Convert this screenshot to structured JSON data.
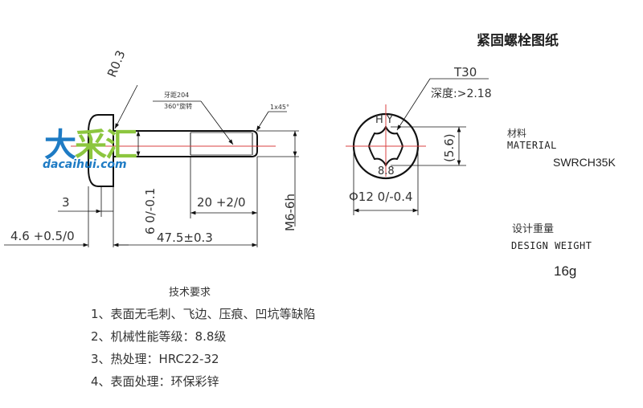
{
  "title": "紧固螺栓图纸",
  "side_view": {
    "radius_label": "R0.3",
    "thread_note_line1": "牙距204",
    "thread_note_line2": "360°旋转",
    "chamfer_label": "1x45°",
    "head_thickness_label": "3",
    "head_length_label": "4.6 +0.5/0",
    "shank_diameter_label": "6 0/-0.1",
    "thread_length_label": "20 +2/0",
    "total_length_label": "47.5±0.3",
    "thread_spec_label": "M6-6h"
  },
  "end_view": {
    "drive_label": "T30",
    "depth_label": "深度:>2.18",
    "marking_top": "H Y",
    "marking_bottom": "8.8",
    "socket_size_label": "(5.6)",
    "head_diameter_label": "Φ12 0/-0.4"
  },
  "material": {
    "label_cn": "材料",
    "label_en": "MATERIAL",
    "value": "SWRCH35K"
  },
  "weight": {
    "label_cn": "设计重量",
    "label_en": "DESIGN WEIGHT",
    "value": "16g"
  },
  "requirements": {
    "title": "技术要求",
    "items": [
      "1、表面无毛刺、飞边、压痕、凹坑等缺陷",
      "2、机械性能等级：8.8级",
      "3、热处理：HRC22-32",
      "4、表面处理：环保彩锌"
    ]
  },
  "watermark": {
    "char1": "大",
    "char2": "采",
    "char3": "汇",
    "domain": "dacaihui.com",
    "colors": {
      "blue": "#1e7bc4",
      "green": "#8cc63f"
    }
  },
  "colors": {
    "line": "#111111",
    "centerline": "#d94040"
  }
}
